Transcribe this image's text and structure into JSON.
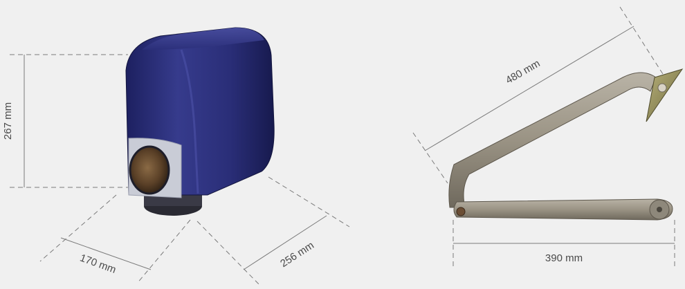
{
  "product": {
    "motor_unit": {
      "dimensions": {
        "height": "267 mm",
        "width": "170 mm",
        "depth": "256 mm"
      }
    },
    "articulated_arm": {
      "dimensions": {
        "long_arm": "480 mm",
        "base_length": "390 mm"
      }
    }
  },
  "colors": {
    "background": "#f0f0f0",
    "dimension_lines": "#7a7a7a",
    "motor_housing": "#2b2f7a",
    "arm_metal": "#9a9384"
  }
}
